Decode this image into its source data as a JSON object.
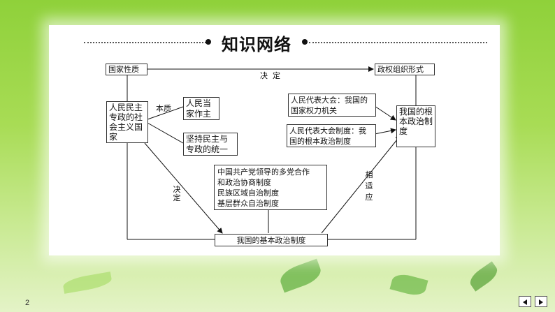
{
  "title": "知识网络",
  "nodes": {
    "national_nature": "国家性质",
    "regime_form": "政权组织形式",
    "dictatorship": "人民民主专政的社会主义国家",
    "people_master": "人民当家作主",
    "democracy_unity": "坚持民主与专政的统一",
    "npc_organ": "人民代表大会：我国的国家权力机关",
    "npc_system": "人民代表大会制度：我国的根本政治制度",
    "fundamental_system": "我国的根本政治制度",
    "basic_systems": [
      "中国共产党领导的多党合作",
      "和政治协商制度",
      "民族区域自治制度",
      "基层群众自治制度"
    ],
    "basic_political": "我国的基本政治制度"
  },
  "edges": {
    "decides_top": "决  定",
    "essence": "本质",
    "decides_diag": "决定",
    "adapt": "相适应"
  },
  "page_number": "2"
}
